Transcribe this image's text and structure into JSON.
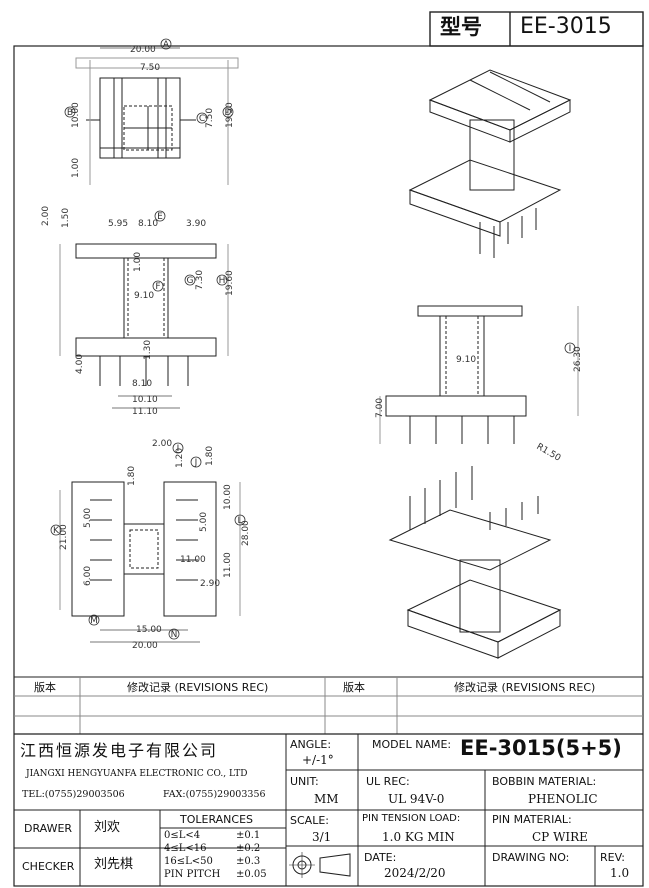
{
  "title_block": {
    "type_label": "型号",
    "type_value": "EE-3015"
  },
  "views": {
    "top": {
      "dims": [
        "20.00",
        "7.50",
        "10.00",
        "7.50",
        "19.50",
        "1.00"
      ],
      "markers": [
        "A",
        "B",
        "C",
        "D"
      ]
    },
    "front": {
      "dims": [
        "2.00",
        "1.50",
        "5.95",
        "8.10",
        "3.90",
        "1.00",
        "9.10",
        "7.30",
        "19.60",
        "1.30",
        "4.00",
        "8.10",
        "10.10",
        "11.10"
      ],
      "markers": [
        "E",
        "F",
        "G",
        "H"
      ]
    },
    "bottom": {
      "dims": [
        "2.00",
        "1.20",
        "1.80",
        "1.80",
        "5.00",
        "21.00",
        "6.00",
        "10.00",
        "5.00",
        "11.00",
        "28.00",
        "11.00",
        "2.90",
        "15.00",
        "20.00"
      ],
      "markers": [
        "I",
        "J",
        "K",
        "L",
        "M",
        "N"
      ]
    },
    "side": {
      "dims": [
        "9.10",
        "26.30",
        "7.00",
        "R1.50"
      ],
      "markers": [
        "I"
      ]
    }
  },
  "revisions": {
    "col1_label": "版本",
    "col2_label": "修改记录 (REVISIONS REC)",
    "col3_label": "版本",
    "col4_label": "修改记录 (REVISIONS REC)"
  },
  "company": {
    "name_cn": "江西恒源发电子有限公司",
    "name_en": "JIANGXI HENGYUANFA ELECTRONIC CO., LTD",
    "tel": "TEL:(0755)29003506",
    "fax": "FAX:(0755)29003356"
  },
  "angle": {
    "label": "ANGLE:",
    "value": "+/-1°"
  },
  "model": {
    "label": "MODEL NAME:",
    "value": "EE-3015(5+5)"
  },
  "unit": {
    "label": "UNIT:",
    "value": "MM"
  },
  "ul_rec": {
    "label": "UL REC:",
    "value": "UL 94V-0"
  },
  "bobbin_material": {
    "label": "BOBBIN MATERIAL:",
    "value": "PHENOLIC"
  },
  "drawer": {
    "label": "DRAWER",
    "value": "刘欢"
  },
  "checker": {
    "label": "CHECKER",
    "value": "刘先棋"
  },
  "tolerances": {
    "label": "TOLERANCES",
    "rows": [
      {
        "range": "0≤L<4",
        "tol": "±0.1"
      },
      {
        "range": "4≤L<16",
        "tol": "±0.2"
      },
      {
        "range": "16≤L<50",
        "tol": "±0.3"
      },
      {
        "range": "PIN PITCH",
        "tol": "±0.05"
      }
    ]
  },
  "scale": {
    "label": "SCALE:",
    "value": "3/1"
  },
  "pin_tension": {
    "label": "PIN TENSION LOAD:",
    "value": "1.0 KG MIN"
  },
  "pin_material": {
    "label": "PIN MATERIAL:",
    "value": "CP WIRE"
  },
  "date": {
    "label": "DATE:",
    "value": "2024/2/20"
  },
  "drawing_no": {
    "label": "DRAWING NO:",
    "value": ""
  },
  "rev": {
    "label": "REV:",
    "value": "1.0"
  }
}
